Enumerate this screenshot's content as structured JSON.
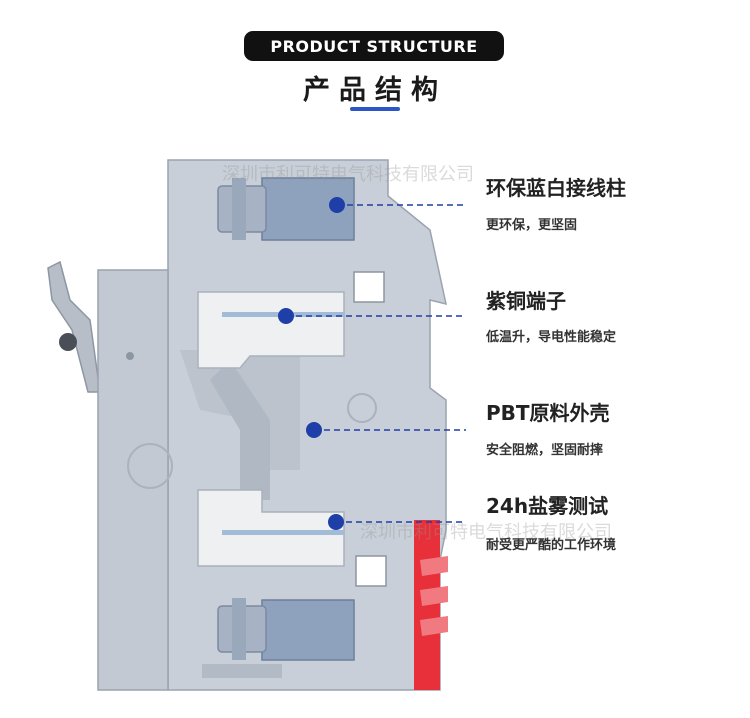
{
  "header": {
    "badge": "PRODUCT STRUCTURE",
    "title": "产品结构",
    "accent_color": "#2a56c6"
  },
  "watermark": "深圳市利可特电气科技有限公司",
  "features": [
    {
      "title": "环保蓝白接线柱",
      "desc": "更环保，更坚固"
    },
    {
      "title": "紫铜端子",
      "desc": "低温升，导电性能稳定"
    },
    {
      "title": "PBT原料外壳",
      "desc": "安全阻燃，坚固耐摔"
    },
    {
      "title": "24h盐雾测试",
      "desc": "耐受更严酷的工作环境"
    }
  ],
  "colors": {
    "housing": "#c9cfd8",
    "callout": "#1f3fa8",
    "latch": "#e8303a"
  }
}
